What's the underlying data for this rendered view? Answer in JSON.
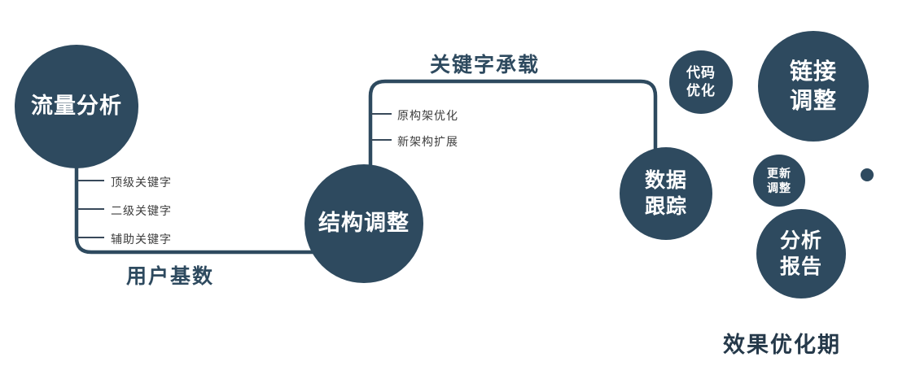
{
  "colors": {
    "primary": "#2e4a5f",
    "node_text": "#ffffff",
    "branch_text": "#3d3d3d"
  },
  "nodes": {
    "traffic_analysis": {
      "label": "流量分析"
    },
    "structure_adjust": {
      "label": "结构调整"
    },
    "data_tracking": {
      "line1": "数据",
      "line2": "跟踪"
    },
    "code_optimization": {
      "line1": "代码",
      "line2": "优化"
    },
    "link_adjustment": {
      "line1": "链接",
      "line2": "调整"
    },
    "update_adjustment": {
      "line1": "更新",
      "line2": "调整"
    },
    "analysis_report": {
      "line1": "分析",
      "line2": "报告"
    }
  },
  "edge_labels": {
    "user_base": "用户基数",
    "keyword_carry": "关键字承载"
  },
  "branches": {
    "traffic": [
      "顶级关键字",
      "二级关键字",
      "辅助关键字"
    ],
    "structure": [
      "原构架优化",
      "新架构扩展"
    ]
  },
  "footer": {
    "label": "效果优化期"
  }
}
